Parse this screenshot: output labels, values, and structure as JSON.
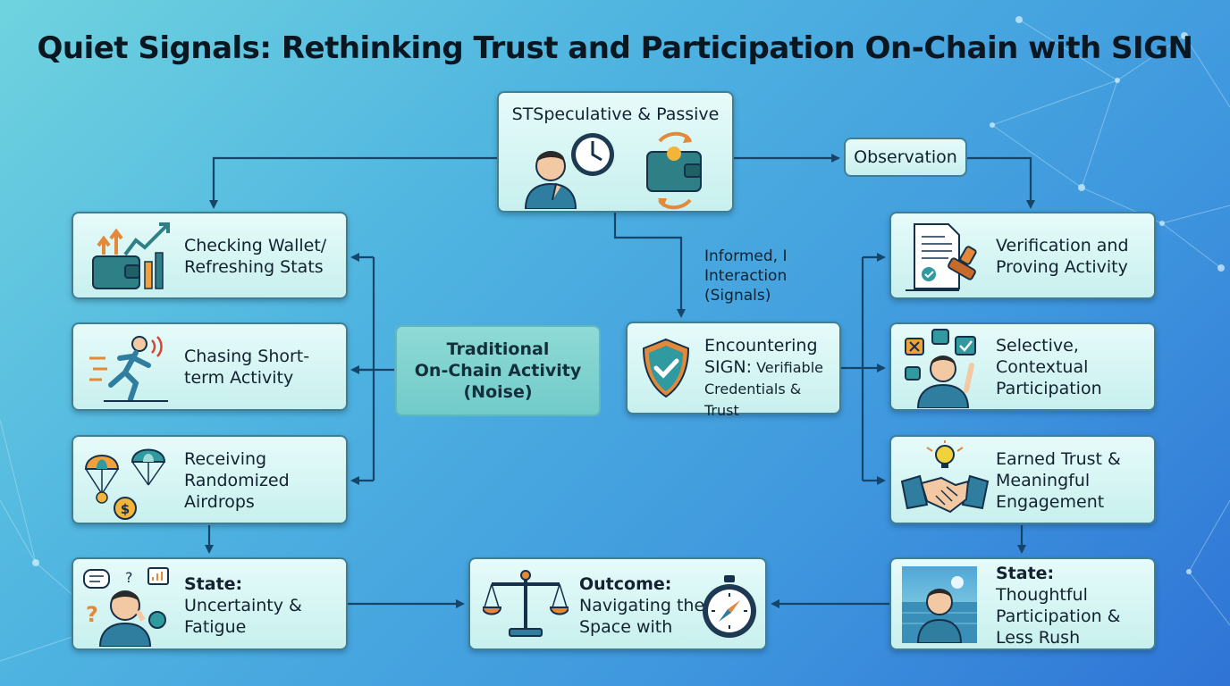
{
  "title": "Quiet Signals: Rethinking Trust and Participation On-Chain with SIGN",
  "top_node": "STSpeculative & Passive",
  "observation": "Observation",
  "connector_label": [
    "Informed, I",
    "Interaction",
    "(Signals)"
  ],
  "center_node": [
    "Traditional",
    "On-Chain Activity",
    "(Noise)"
  ],
  "left_nodes": [
    {
      "lines": [
        "Checking Wallet/",
        "Refreshing Stats"
      ]
    },
    {
      "lines": [
        "Chasing Short-",
        "term Activity"
      ]
    },
    {
      "lines": [
        "Receiving",
        "Randomized",
        "Airdrops"
      ]
    }
  ],
  "left_state": {
    "heading": "State:",
    "lines": [
      "Uncertainty &",
      "Fatigue"
    ]
  },
  "sign_node": {
    "line1": "Encountering",
    "line2a": "SIGN:",
    "line2b": " Verifiable",
    "line3": "Credentials & Trust"
  },
  "right_nodes": [
    {
      "lines": [
        "Verification and",
        "Proving Activity"
      ]
    },
    {
      "lines": [
        "Selective,",
        "Contextual",
        "Participation"
      ]
    },
    {
      "lines": [
        "Earned Trust &",
        "Meaningful",
        "Engagement"
      ]
    }
  ],
  "right_state": {
    "heading": "State:",
    "lines": [
      "Thoughtful",
      "Participation &",
      "Less Rush"
    ]
  },
  "outcome": {
    "heading": "Outcome:",
    "lines": [
      "Navigating the",
      "Space with"
    ]
  },
  "colors": {
    "arrow": "#16456a",
    "box_border": "#3f7f95",
    "center_fill": "#7dd2cf"
  }
}
